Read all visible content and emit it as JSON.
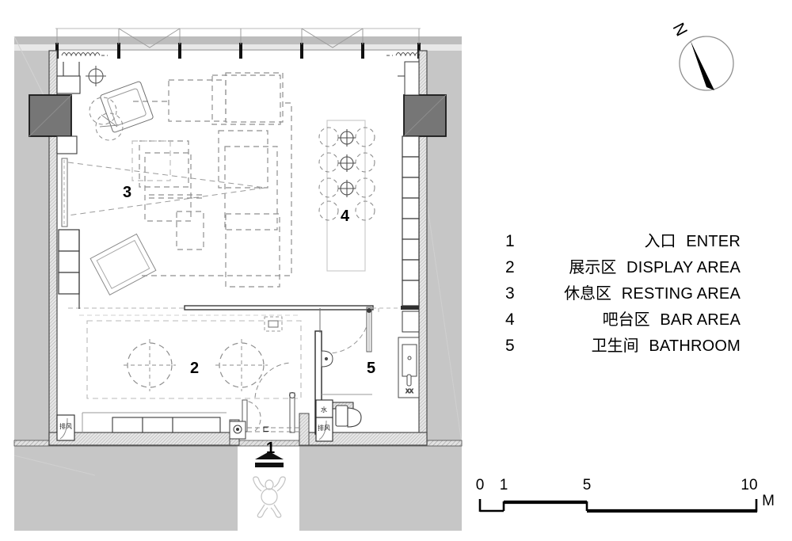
{
  "drawing": {
    "type": "architectural-floor-plan",
    "title_visible": false
  },
  "legend": {
    "rows": [
      {
        "num": "1",
        "cn": "入口",
        "en": "ENTER"
      },
      {
        "num": "2",
        "cn": "展示区",
        "en": "DISPLAY AREA"
      },
      {
        "num": "3",
        "cn": "休息区",
        "en": "RESTING AREA"
      },
      {
        "num": "4",
        "cn": "吧台区",
        "en": "BAR AREA"
      },
      {
        "num": "5",
        "cn": "卫生间",
        "en": "BATHROOM"
      }
    ]
  },
  "north_arrow": {
    "label": "N"
  },
  "scale_bar": {
    "ticks": [
      "0",
      "1",
      "5",
      "10"
    ],
    "unit": "M"
  },
  "plan_labels": {
    "zone_1": "1",
    "zone_2": "2",
    "zone_3": "3",
    "zone_4": "4",
    "zone_5": "5",
    "exhaust_left": "排风",
    "exhaust_right": "排风",
    "water": "水",
    "fixture_tag": "XX"
  },
  "colors": {
    "paper": "#ffffff",
    "exterior_ground": "#c6c6c6",
    "exterior_ground_dark": "#b6b6b6",
    "wall_hatch": "#d6d6d6",
    "wall_line": "#4a4a4a",
    "dark_block": "#767676",
    "furniture_dash": "#8c8c8c",
    "furniture_dash_light": "#b5b5b5",
    "ink": "#000000",
    "thin_line": "#5a5a5a"
  }
}
